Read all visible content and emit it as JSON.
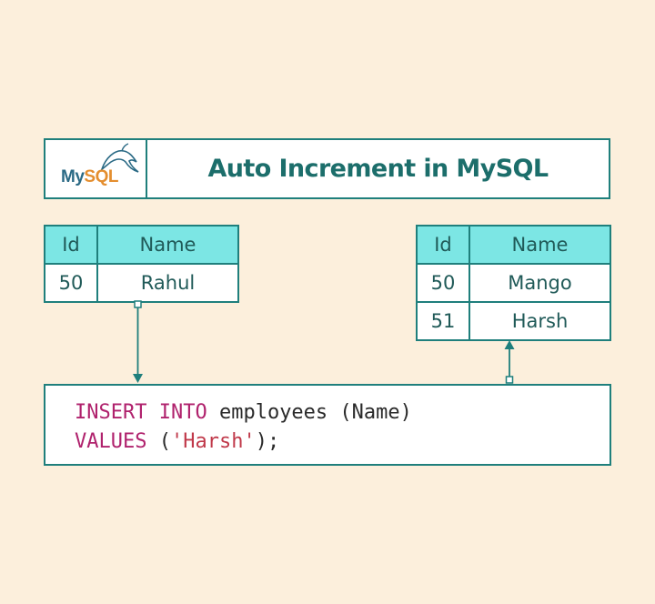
{
  "header": {
    "logo": {
      "my": "My",
      "sql": "SQL"
    },
    "title": "Auto Increment in MySQL"
  },
  "left_table": {
    "headers": [
      "Id",
      "Name"
    ],
    "rows": [
      [
        "50",
        "Rahul"
      ]
    ]
  },
  "right_table": {
    "headers": [
      "Id",
      "Name"
    ],
    "rows": [
      [
        "50",
        "Mango"
      ],
      [
        "51",
        "Harsh"
      ]
    ]
  },
  "code": {
    "line1": {
      "kw1": "INSERT",
      "kw2": "INTO",
      "rest": " employees (Name)"
    },
    "line2": {
      "kw": "VALUES",
      "open": " (",
      "str": "'Harsh'",
      "close": ");"
    }
  },
  "colors": {
    "background": "#fcefdc",
    "border": "#1f7f7c",
    "header_fill": "#7ce6e4",
    "title_text": "#1c6e6b",
    "keyword": "#b0226d"
  }
}
